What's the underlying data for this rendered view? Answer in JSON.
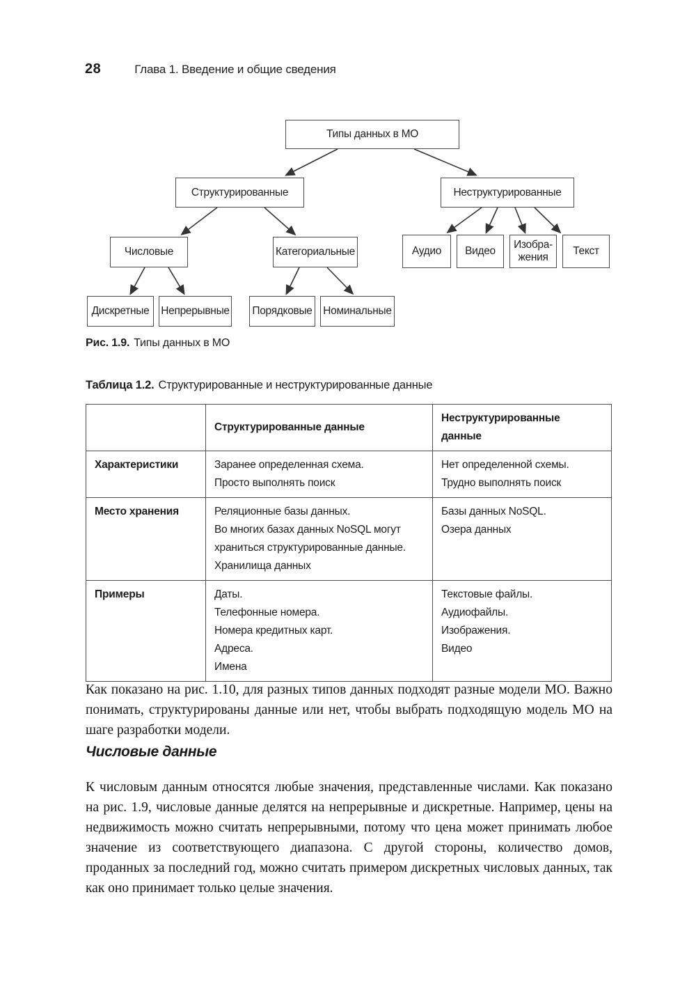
{
  "page": {
    "number": "28",
    "chapter": "Глава 1. Введение и общие сведения"
  },
  "figure": {
    "caption_label": "Рис. 1.9.",
    "caption_text": "Типы данных в МО",
    "nodes": {
      "root": "Типы данных в МО",
      "structured": "Структурированные",
      "unstructured": "Неструктурированные",
      "numeric": "Числовые",
      "categorical": "Категориальные",
      "audio": "Аудио",
      "video": "Видео",
      "images": "Изобра-\nжения",
      "text": "Текст",
      "discrete": "Дискретные",
      "continuous": "Непрерывные",
      "ordinal": "Порядковые",
      "nominal": "Номинальные"
    }
  },
  "table": {
    "caption_label": "Таблица 1.2.",
    "caption_text": "Структурированные и неструктурированные данные",
    "headers": [
      "",
      "Структурированные данные",
      "Неструктурированные данные"
    ],
    "rows": [
      {
        "label": "Характеристики",
        "structured": [
          "Заранее определенная схема.",
          "Просто выполнять поиск"
        ],
        "unstructured": [
          "Нет определенной схемы.",
          "Трудно выполнять поиск"
        ]
      },
      {
        "label": "Место хранения",
        "structured": [
          "Реляционные базы данных.",
          "Во многих базах данных NoSQL могут храниться структурированные данные.",
          "Хранилища данных"
        ],
        "unstructured": [
          "Базы данных NoSQL.",
          "Озера данных"
        ]
      },
      {
        "label": "Примеры",
        "structured": [
          "Даты.",
          "Телефонные номера.",
          "Номера кредитных карт.",
          "Адреса.",
          "Имена"
        ],
        "unstructured": [
          "Текстовые файлы.",
          "Аудиофайлы.",
          "Изображения.",
          "Видео"
        ]
      }
    ]
  },
  "main": {
    "p1": "Как показано на рис. 1.10, для разных типов данных подходят разные модели МО. Важно понимать, структурированы данные или нет, чтобы выбрать подходящую модель МО на шаге разработки модели.",
    "heading": "Числовые данные",
    "p2": "К числовым данным относятся любые значения, представленные числами. Как показано на рис. 1.9, числовые данные делятся на непрерывные и дискретные. Например, цены на недвижимость можно считать непрерывными, потому что цена может принимать любое значение из соответствующего диапазона. С другой стороны, количество домов, проданных за последний год, можно считать примером дискретных числовых данных, так как оно принимает только целые значения."
  }
}
